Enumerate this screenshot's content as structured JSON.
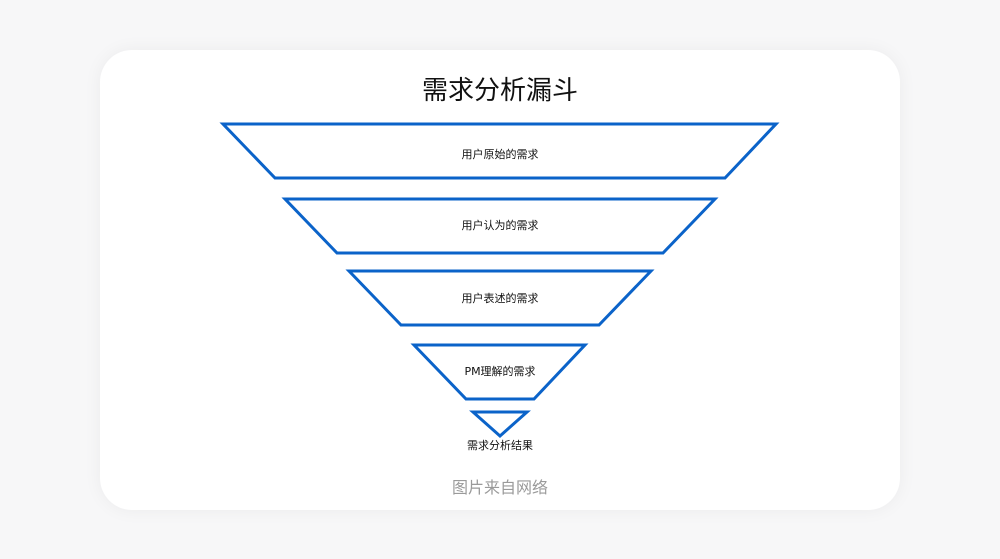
{
  "title": "需求分析漏斗",
  "stages": [
    {
      "label": "用户原始的需求"
    },
    {
      "label": "用户认为的需求"
    },
    {
      "label": "用户表述的需求"
    },
    {
      "label": "PM理解的需求"
    },
    {
      "label": "需求分析结果"
    }
  ],
  "caption": "图片来自网络",
  "colors": {
    "stroke": "#0b63c9",
    "stroke_light": "#3a9af0"
  }
}
